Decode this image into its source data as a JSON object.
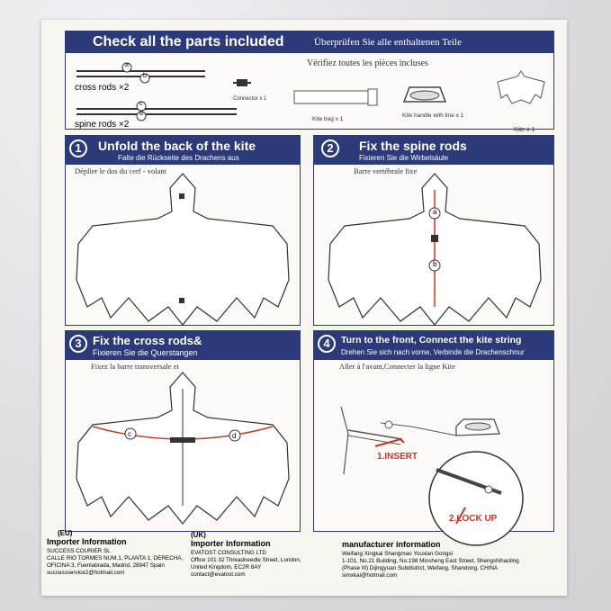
{
  "top": {
    "title": "Check all the parts included",
    "title_de": "Überprüfen Sie alle enthaltenen Teile",
    "title_fr": "Vérifiez toutes les pièces incluses",
    "cross_rods": "cross rods ×2",
    "spine_rods": "spine rods ×2",
    "connector": "Connector x 1",
    "kite_bag": "Kite bag x 1",
    "kite_handle": "Kite handle with line x 1",
    "kite": "Kite x 1",
    "label_a": "a",
    "label_b": "b",
    "label_c": "c",
    "label_d": "d"
  },
  "step1": {
    "num": "1",
    "title": "Unfold the back of the kite",
    "de": "Falte die Rückseite des Drachens aus",
    "fr": "Déplier le dos du cerf - volant"
  },
  "step2": {
    "num": "2",
    "title": "Fix the spine rods",
    "de": "Fixieren Sie die Wirbelsäule",
    "fr": "Barre vertébrale fixe",
    "a": "a",
    "b": "b"
  },
  "step3": {
    "num": "3",
    "title": "Fix the cross rods&",
    "de": "Fixieren Sie die Querstangen",
    "fr": "Fixez la barre transversale et",
    "c": "c",
    "d": "d"
  },
  "step4": {
    "num": "4",
    "title": "Turn to the front, Connect the kite string",
    "de": "Drehen Sie sich nach vorne, Verbinde die Drachenschnur",
    "fr": "Aller à l'avant,Connecter la ligne Kite",
    "insert": "1.INSERT",
    "lock": "2.LOCK UP"
  },
  "footer": {
    "eu": {
      "tag": "(EU)",
      "title": "Importer Information",
      "lines": [
        "SUCCESS COURIER SL",
        "CALLE RIO TORMES NUM.1, PLANTA 1, DERECHA,",
        "OFICINA 3, Fuenlabrada, Madrid, 28947 Spain",
        "successservice2@hotmail.com"
      ]
    },
    "uk": {
      "tag": "(UK)",
      "title": "Importer Information",
      "lines": [
        "EVATOST CONSULTING LTD",
        "Office 101 32 Threadneedle Street, London,",
        "United Kingdom, EC2R 8AY",
        "contact@evatost.com"
      ]
    },
    "mf": {
      "title": "manufacturer information",
      "lines": [
        "Weifang Xingkai Shangmao Youxian Gongsi",
        "1-101, No.21 Building, No.198 Minsheng East Street, Shengshihaoting",
        "(Phase III) Dijingyuan Subdistrict, Weifang, Shandong, CHINA",
        "simxkai@hotmail.com"
      ]
    }
  },
  "colors": {
    "navy": "#2c3a7a",
    "rod_red": "#c0392b"
  }
}
